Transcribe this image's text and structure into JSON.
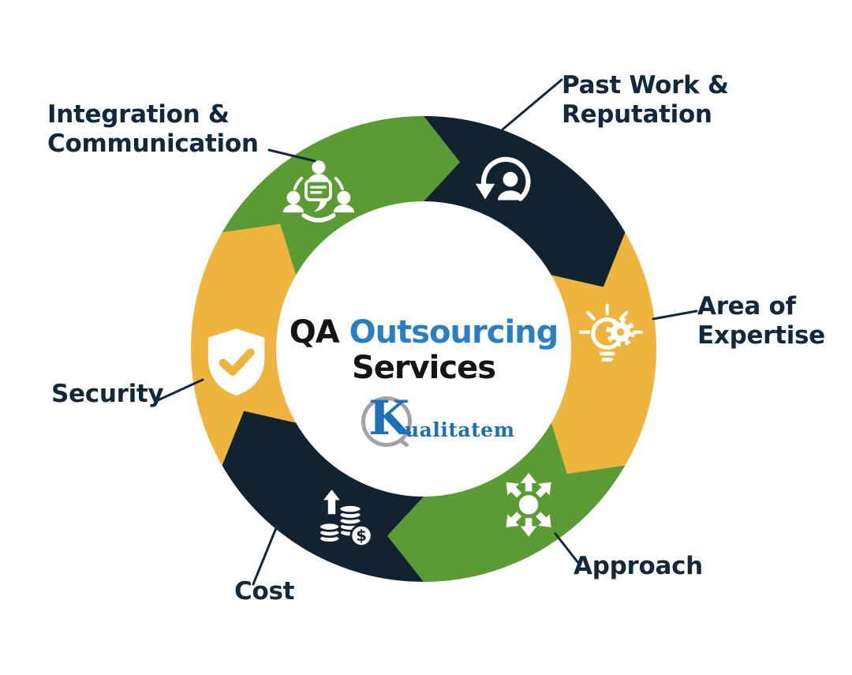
{
  "title": {
    "prefix": "QA",
    "highlight": "Outsourcing",
    "line2": "Services"
  },
  "logo": {
    "initial": "K",
    "rest": "ualitatem",
    "full_name": "Kualitatem"
  },
  "palette": {
    "green": "#5a9b33",
    "navy": "#12222e",
    "yellow": "#efb43d",
    "label_ink": "#13283a",
    "highlight_blue": "#2a7fc4",
    "logo_blue": "#1d70b5",
    "logo_gray": "#a3a3a3",
    "background": "#ffffff"
  },
  "wheel": {
    "segments": [
      {
        "id": "integration-communication",
        "label": "Integration & Communication",
        "color_key": "green",
        "icon": "team-communication-icon"
      },
      {
        "id": "past-work-reputation",
        "label": "Past Work & Reputation",
        "color_key": "navy",
        "icon": "person-refresh-icon"
      },
      {
        "id": "area-of-expertise",
        "label": "Area of Expertise",
        "color_key": "yellow",
        "icon": "lightbulb-gear-icon"
      },
      {
        "id": "approach",
        "label": "Approach",
        "color_key": "green",
        "icon": "radiating-arrows-icon"
      },
      {
        "id": "cost",
        "label": "Cost",
        "color_key": "navy",
        "icon": "coins-dollar-icon"
      },
      {
        "id": "security",
        "label": "Security",
        "color_key": "yellow",
        "icon": "shield-check-icon"
      }
    ]
  },
  "labels": {
    "integration": [
      "Integration &",
      "Communication"
    ],
    "past_work": [
      "Past Work &",
      "Reputation"
    ],
    "area": [
      "Area of",
      "Expertise"
    ],
    "approach": [
      "Approach"
    ],
    "cost": [
      "Cost"
    ],
    "security": [
      "Security"
    ]
  }
}
